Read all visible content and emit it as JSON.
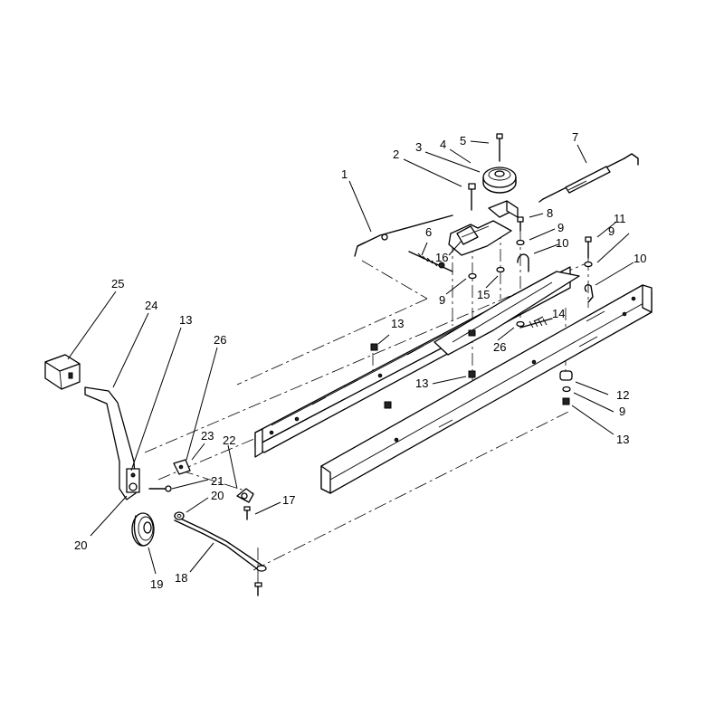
{
  "callouts": [
    {
      "id": "c1",
      "text": "1"
    },
    {
      "id": "c2",
      "text": "2"
    },
    {
      "id": "c3",
      "text": "3"
    },
    {
      "id": "c4",
      "text": "4"
    },
    {
      "id": "c5",
      "text": "5"
    },
    {
      "id": "c6",
      "text": "6"
    },
    {
      "id": "c7",
      "text": "7"
    },
    {
      "id": "c8",
      "text": "8"
    },
    {
      "id": "c9a",
      "text": "9"
    },
    {
      "id": "c9b",
      "text": "9"
    },
    {
      "id": "c9c",
      "text": "9"
    },
    {
      "id": "c9d",
      "text": "9"
    },
    {
      "id": "c10a",
      "text": "10"
    },
    {
      "id": "c10b",
      "text": "10"
    },
    {
      "id": "c11",
      "text": "11"
    },
    {
      "id": "c12",
      "text": "12"
    },
    {
      "id": "c13a",
      "text": "13"
    },
    {
      "id": "c13b",
      "text": "13"
    },
    {
      "id": "c13c",
      "text": "13"
    },
    {
      "id": "c13d",
      "text": "13"
    },
    {
      "id": "c14",
      "text": "14"
    },
    {
      "id": "c15",
      "text": "15"
    },
    {
      "id": "c16",
      "text": "16"
    },
    {
      "id": "c17",
      "text": "17"
    },
    {
      "id": "c18",
      "text": "18"
    },
    {
      "id": "c19",
      "text": "19"
    },
    {
      "id": "c20a",
      "text": "20"
    },
    {
      "id": "c20b",
      "text": "20"
    },
    {
      "id": "c21",
      "text": "21"
    },
    {
      "id": "c22",
      "text": "22"
    },
    {
      "id": "c23",
      "text": "23"
    },
    {
      "id": "c24",
      "text": "24"
    },
    {
      "id": "c25",
      "text": "25"
    },
    {
      "id": "c26a",
      "text": "26"
    },
    {
      "id": "c26b",
      "text": "26"
    }
  ]
}
